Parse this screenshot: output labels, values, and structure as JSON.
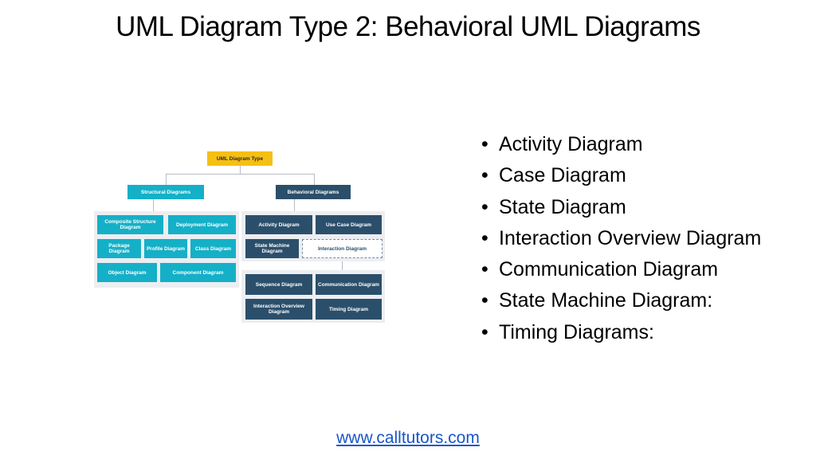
{
  "slide": {
    "title": "UML Diagram Type 2: Behavioral UML Diagrams",
    "bullets": [
      "Activity Diagram",
      "Case Diagram",
      "State Diagram",
      "Interaction Overview Diagram",
      "Communication Diagram",
      "State Machine Diagram:",
      "Timing Diagrams:"
    ],
    "footer_link": "www.calltutors.com"
  },
  "diagram": {
    "root": "UML Diagram Type",
    "structural": {
      "header": "Structural Diagrams",
      "composite_structure": "Composite Structure Diagram",
      "deployment": "Deployment Diagram",
      "package": "Package Diagram",
      "profile": "Profile Diagram",
      "class": "Class Diagram",
      "object": "Object Diagram",
      "component": "Component Diagram"
    },
    "behavioral": {
      "header": "Behavioral Diagrams",
      "activity": "Activity Diagram",
      "use_case": "Use Case Diagram",
      "state_machine": "State Machine Diagram",
      "interaction": "Interaction Diagram",
      "sequence": "Sequence Diagram",
      "communication": "Communication Diagram",
      "interaction_overview": "Interaction Overview Diagram",
      "timing": "Timing Diagram"
    },
    "colors": {
      "root": "#f5bf14",
      "structural": "#14b0c7",
      "behavioral": "#2b4f6b"
    }
  }
}
